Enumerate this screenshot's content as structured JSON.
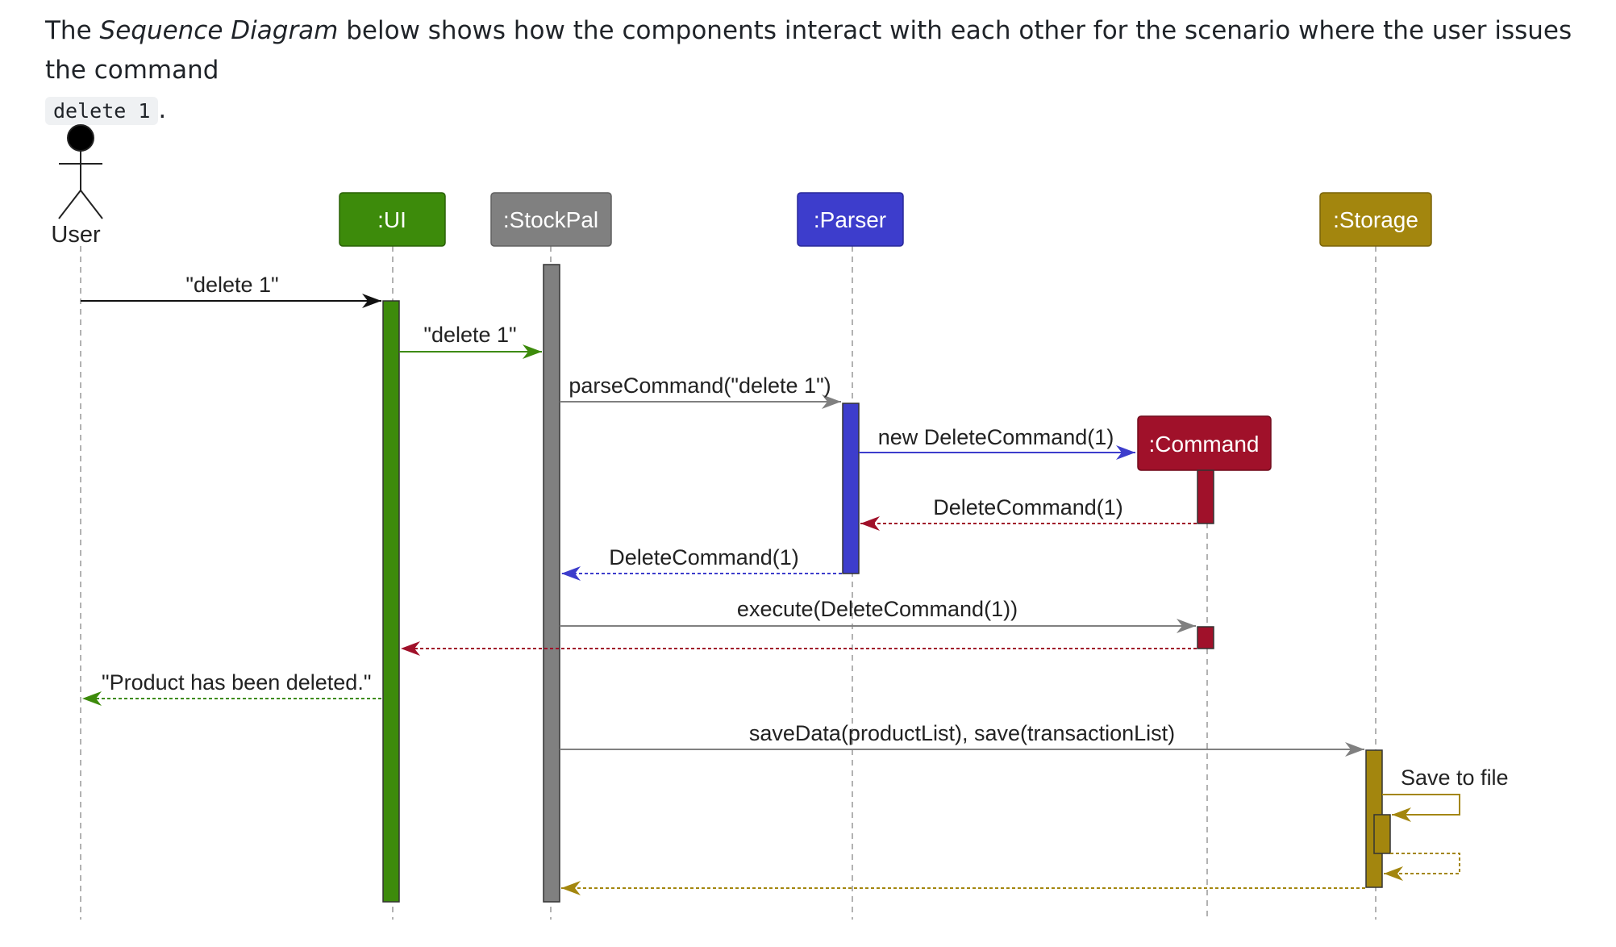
{
  "intro": {
    "text_prefix": "The ",
    "text_emphasis": "Sequence Diagram",
    "text_suffix": " below shows how the components interact with each other for the scenario where the user issues the command",
    "command_code": "delete 1",
    "period": "."
  },
  "diagram": {
    "actor": {
      "label": "User"
    },
    "participants": [
      {
        "id": "ui",
        "label": ":UI",
        "color": "#3d8b0b"
      },
      {
        "id": "stockpal",
        "label": ":StockPal",
        "color": "#808080"
      },
      {
        "id": "parser",
        "label": ":Parser",
        "color": "#3d3dcc"
      },
      {
        "id": "command",
        "label": ":Command",
        "color": "#a0112a"
      },
      {
        "id": "storage",
        "label": ":Storage",
        "color": "#a3860e"
      }
    ],
    "messages": [
      {
        "from": "user",
        "to": "ui",
        "label": "\"delete 1\"",
        "kind": "call",
        "color": "#111111"
      },
      {
        "from": "ui",
        "to": "stockpal",
        "label": "\"delete 1\"",
        "kind": "call",
        "color": "#3d8b0b"
      },
      {
        "from": "stockpal",
        "to": "parser",
        "label": "parseCommand(\"delete 1\")",
        "kind": "call",
        "color": "#808080"
      },
      {
        "from": "parser",
        "to": "command",
        "label": "new DeleteCommand(1)",
        "kind": "create",
        "color": "#3d3dcc"
      },
      {
        "from": "command",
        "to": "parser",
        "label": "DeleteCommand(1)",
        "kind": "return",
        "color": "#a0112a"
      },
      {
        "from": "parser",
        "to": "stockpal",
        "label": "DeleteCommand(1)",
        "kind": "return",
        "color": "#3d3dcc"
      },
      {
        "from": "stockpal",
        "to": "command",
        "label": "execute(DeleteCommand(1))",
        "kind": "call",
        "color": "#808080"
      },
      {
        "from": "command",
        "to": "ui",
        "label": "",
        "kind": "return",
        "color": "#a0112a"
      },
      {
        "from": "ui",
        "to": "user",
        "label": "\"Product has been deleted.\"",
        "kind": "return",
        "color": "#3d8b0b"
      },
      {
        "from": "stockpal",
        "to": "storage",
        "label": "saveData(productList), save(transactionList)",
        "kind": "call",
        "color": "#808080"
      },
      {
        "from": "storage",
        "to": "storage",
        "label": "Save to file",
        "kind": "self-call",
        "color": "#a3860e"
      },
      {
        "from": "storage",
        "to": "storage",
        "label": "",
        "kind": "self-return",
        "color": "#a3860e"
      },
      {
        "from": "storage",
        "to": "stockpal",
        "label": "",
        "kind": "return",
        "color": "#a3860e"
      }
    ]
  }
}
